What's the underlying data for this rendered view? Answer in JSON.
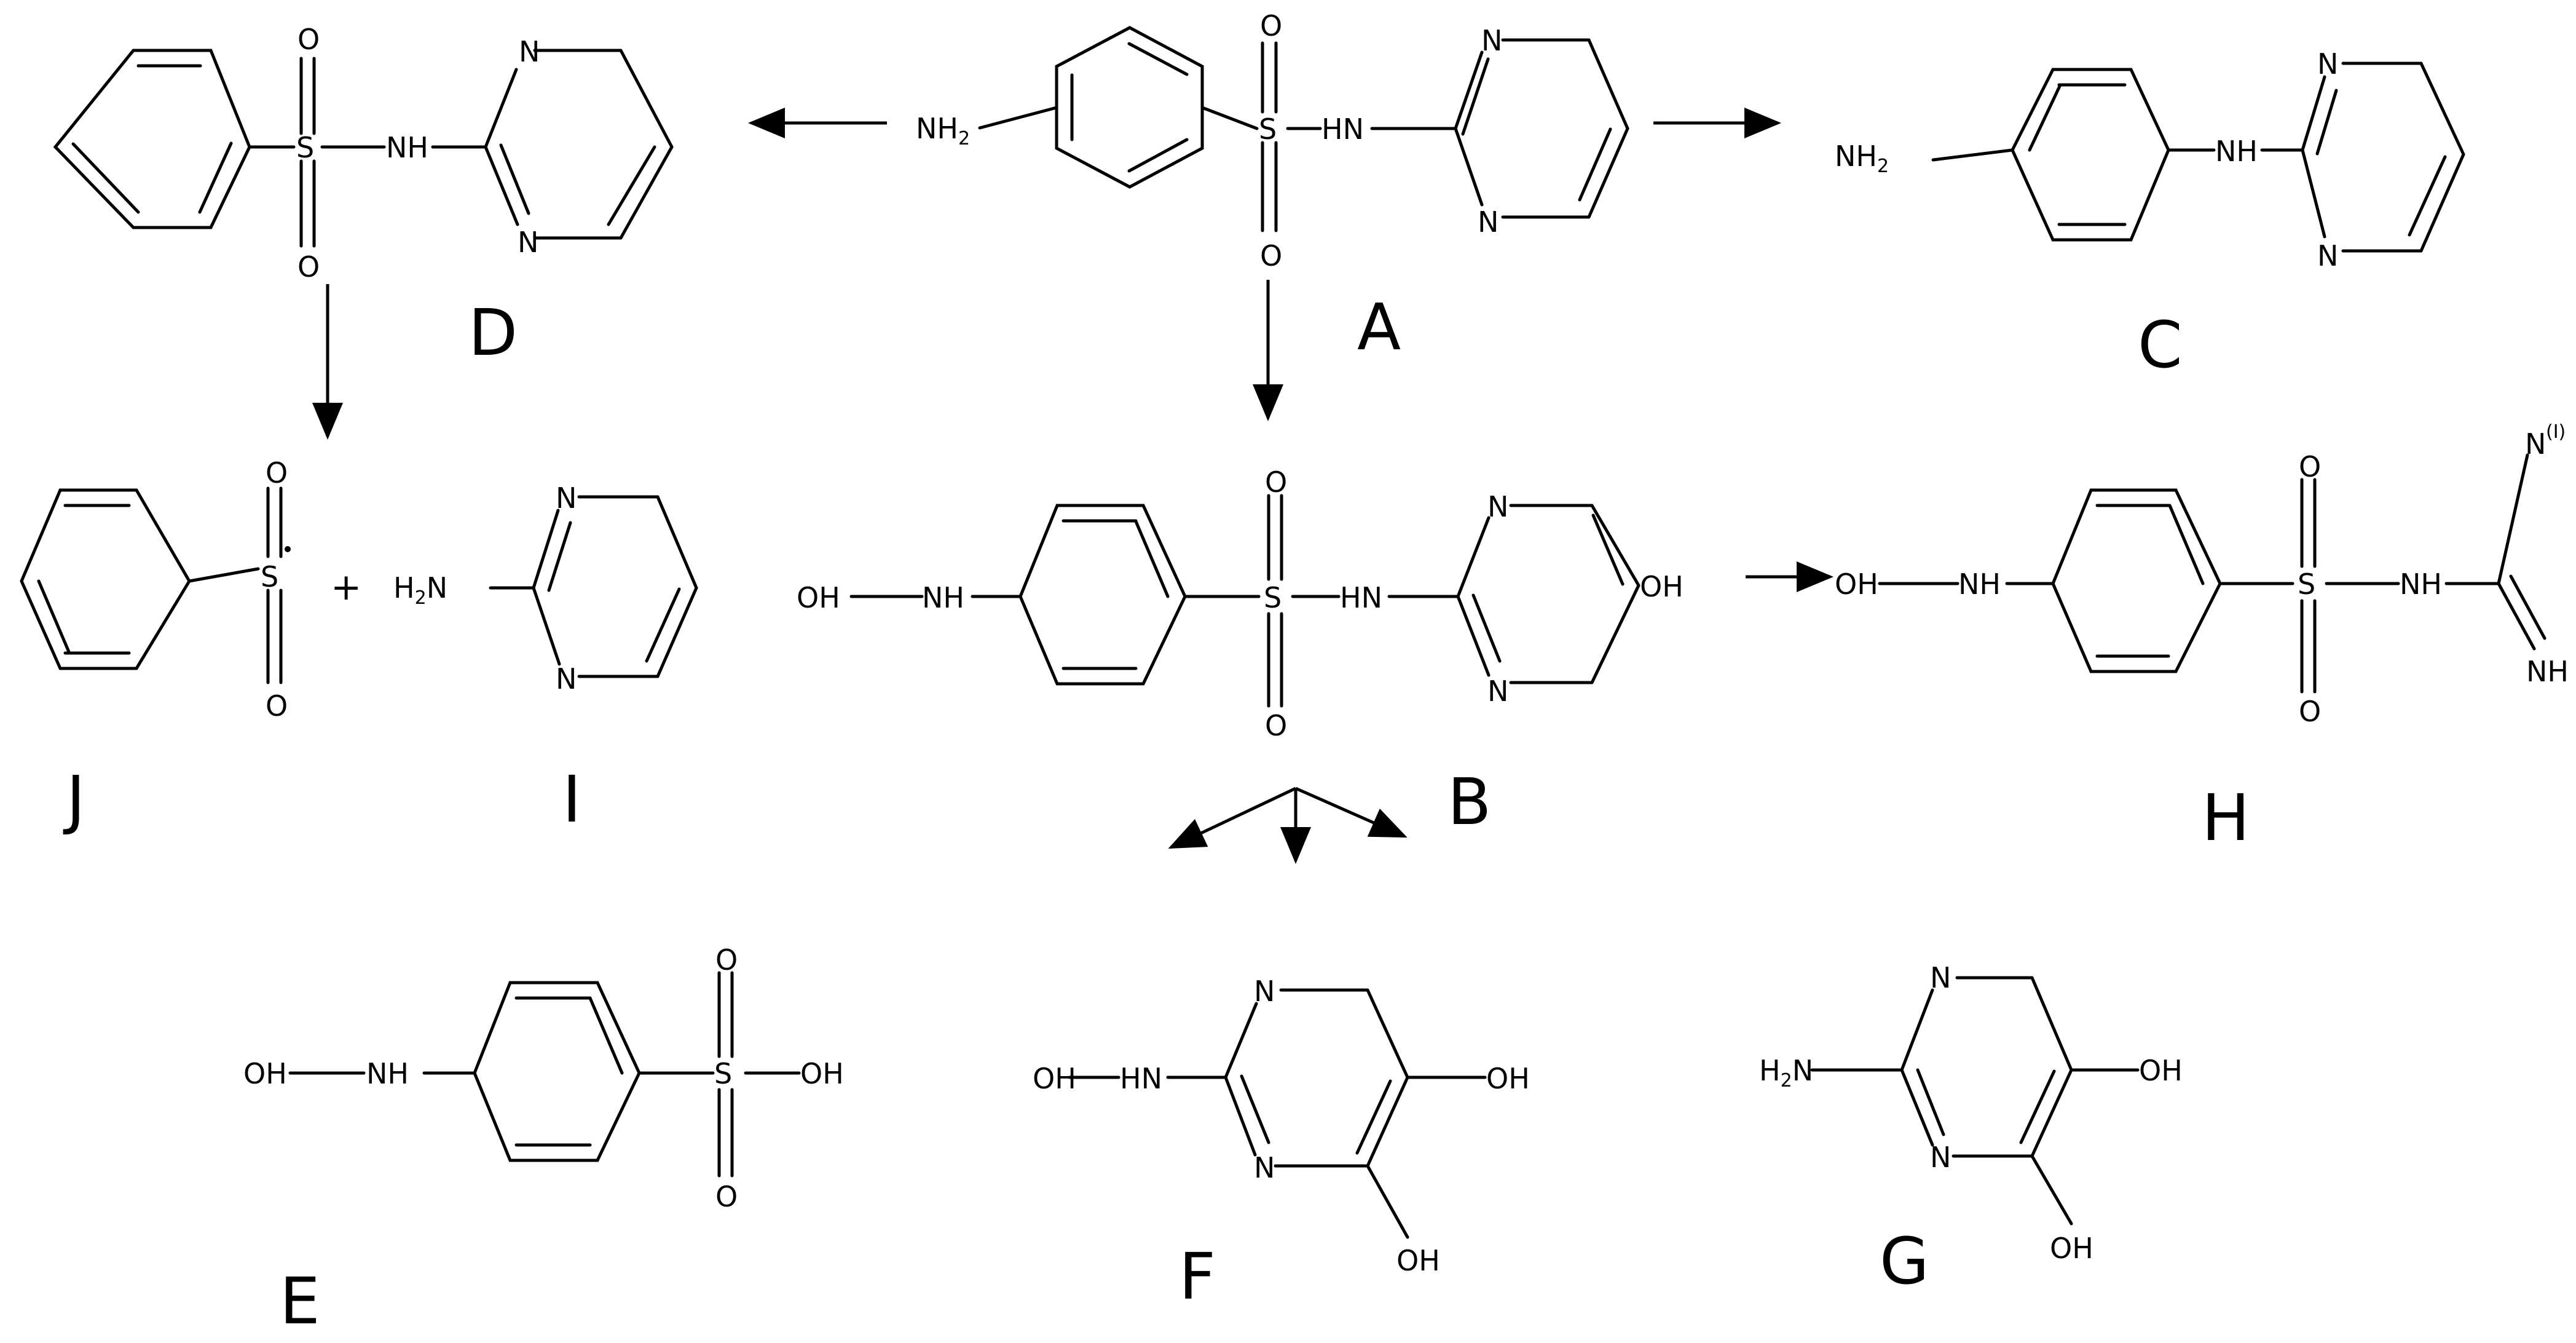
{
  "diagram": {
    "compound_labels": {
      "A": "A",
      "B": "B",
      "C": "C",
      "D": "D",
      "E": "E",
      "F": "F",
      "G": "G",
      "H": "H",
      "I": "I",
      "J": "J"
    },
    "atoms": {
      "O": "O",
      "S": "S",
      "N": "N",
      "NH": "NH",
      "HN": "HN",
      "NH2": "NH",
      "H2N": "H",
      "H2N_tail": "N",
      "two": "2",
      "OH": "OH",
      "N_radical": "N",
      "radical_mark": "(I)"
    },
    "plus": "+"
  }
}
